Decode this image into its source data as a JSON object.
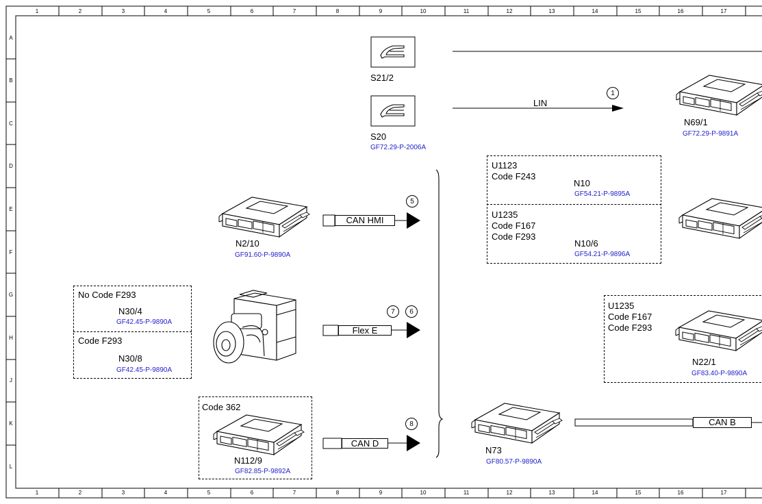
{
  "grid": {
    "columns": [
      "1",
      "2",
      "3",
      "4",
      "5",
      "6",
      "7",
      "8",
      "9",
      "10",
      "11",
      "12",
      "13",
      "14",
      "15",
      "16",
      "17"
    ],
    "rows": [
      "A",
      "B",
      "C",
      "D",
      "E",
      "F",
      "G",
      "H",
      "J",
      "K",
      "L"
    ]
  },
  "switches": [
    {
      "label": "S21/2",
      "ref": ""
    },
    {
      "label": "S20",
      "ref": "GF72.29-P-2006A"
    }
  ],
  "buses": {
    "lin": "LIN",
    "can_hmi": "CAN HMI",
    "flex_e": "Flex E",
    "can_d": "CAN D",
    "can_b": "CAN B"
  },
  "markers": {
    "m1": "1",
    "m5": "5",
    "m7": "7",
    "m6": "6",
    "m8": "8"
  },
  "components": {
    "n69_1": {
      "label": "N69/1",
      "ref": "GF72.29-P-9891A"
    },
    "n2_10": {
      "label": "N2/10",
      "ref": "GF91.60-P-9890A"
    },
    "n30_4": {
      "label": "N30/4",
      "ref": "GF42.45-P-9890A"
    },
    "n30_8": {
      "label": "N30/8",
      "ref": "GF42.45-P-9890A"
    },
    "n112_9": {
      "label": "N112/9",
      "ref": "GF82.85-P-9892A"
    },
    "n10": {
      "label": "N10",
      "ref": "GF54.21-P-9895A"
    },
    "n10_6": {
      "label": "N10/6",
      "ref": "GF54.21-P-9896A"
    },
    "n22_1": {
      "label": "N22/1",
      "ref": "GF83.40-P-9890A"
    },
    "n73": {
      "label": "N73",
      "ref": "GF80.57-P-9890A"
    }
  },
  "codes": {
    "no_code_f293": "No Code F293",
    "code_f293": "Code F293",
    "code_362": "Code 362",
    "u1123": "U1123",
    "code_f243": "Code F243",
    "u1235_a": "U1235",
    "code_f167_a": "Code F167",
    "code_f293_a": "Code F293",
    "u1235_b": "U1235",
    "code_f167_b": "Code F167",
    "code_f293_b": "Code F293"
  }
}
